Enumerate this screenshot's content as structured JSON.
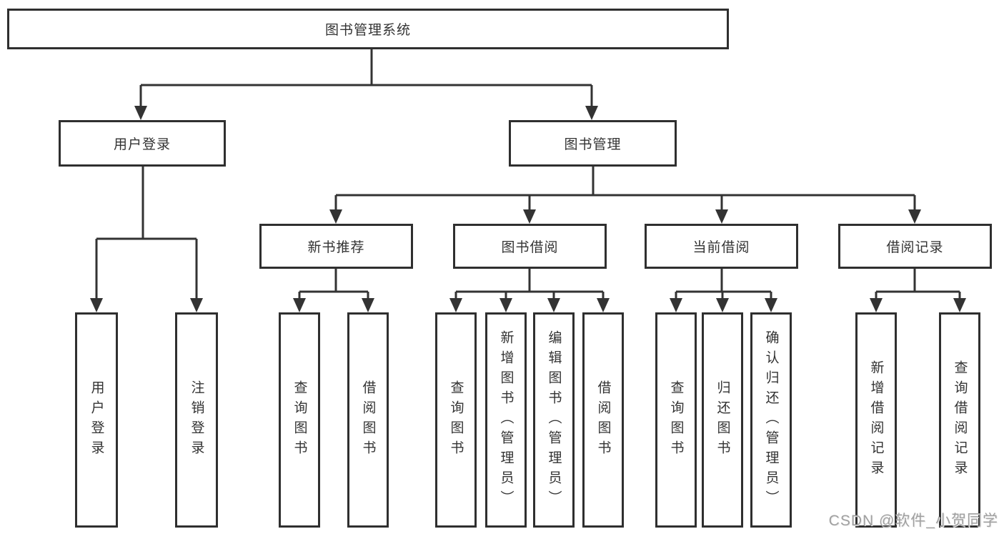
{
  "tree": {
    "root": {
      "label": "图书管理系统"
    },
    "branches": [
      {
        "label": "用户登录",
        "children": [
          {
            "label": "用户登录"
          },
          {
            "label": "注销登录"
          }
        ]
      },
      {
        "label": "图书管理",
        "sections": [
          {
            "label": "新书推荐",
            "children": [
              {
                "label": "查询图书"
              },
              {
                "label": "借阅图书"
              }
            ]
          },
          {
            "label": "图书借阅",
            "children": [
              {
                "label": "查询图书"
              },
              {
                "label": "新增图书（管理员）"
              },
              {
                "label": "编辑图书（管理员）"
              },
              {
                "label": "借阅图书"
              }
            ]
          },
          {
            "label": "当前借阅",
            "children": [
              {
                "label": "查询图书"
              },
              {
                "label": "归还图书"
              },
              {
                "label": "确认归还（管理员）"
              }
            ]
          },
          {
            "label": "借阅记录",
            "children": [
              {
                "label": "新增借阅记录"
              },
              {
                "label": "查询借阅记录"
              }
            ]
          }
        ]
      }
    ]
  },
  "watermark": {
    "text": "CSDN @软件_小贺同学"
  },
  "colors": {
    "line": "#333333",
    "box_border": "#2f2f2f",
    "text": "#333333",
    "watermark": "#a0a0a0",
    "background": "#ffffff"
  }
}
